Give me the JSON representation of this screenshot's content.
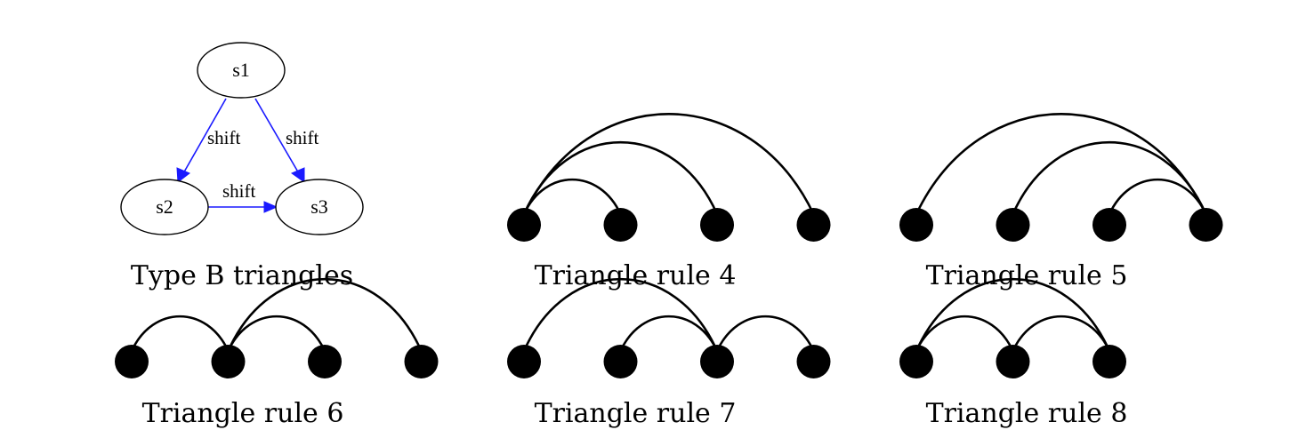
{
  "type_b": {
    "caption": "Type B triangles",
    "nodes": [
      "s1",
      "s2",
      "s3"
    ],
    "edges": [
      {
        "from": "s1",
        "to": "s2",
        "label": "shift"
      },
      {
        "from": "s1",
        "to": "s3",
        "label": "shift"
      },
      {
        "from": "s2",
        "to": "s3",
        "label": "shift"
      }
    ],
    "edge_color": "#1a1aff"
  },
  "rules": [
    {
      "caption": "Triangle rule 4",
      "dots": 4,
      "arcs": [
        [
          0,
          1
        ],
        [
          0,
          2
        ],
        [
          0,
          3
        ]
      ]
    },
    {
      "caption": "Triangle rule 5",
      "dots": 4,
      "arcs": [
        [
          0,
          3
        ],
        [
          1,
          3
        ],
        [
          2,
          3
        ]
      ]
    },
    {
      "caption": "Triangle rule 6",
      "dots": 4,
      "arcs": [
        [
          0,
          1
        ],
        [
          1,
          2
        ],
        [
          1,
          3
        ]
      ]
    },
    {
      "caption": "Triangle rule 7",
      "dots": 4,
      "arcs": [
        [
          0,
          2
        ],
        [
          1,
          2
        ],
        [
          2,
          3
        ]
      ]
    },
    {
      "caption": "Triangle rule 8",
      "dots": 3,
      "arcs": [
        [
          0,
          1
        ],
        [
          0,
          2
        ],
        [
          1,
          2
        ]
      ]
    }
  ]
}
